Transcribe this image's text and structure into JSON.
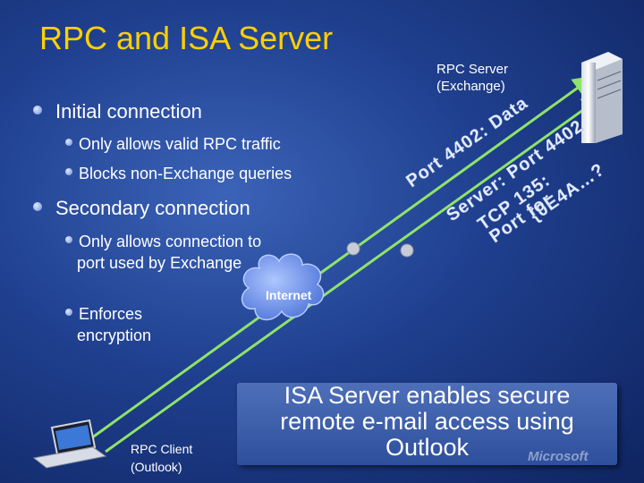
{
  "slide": {
    "title": "RPC and ISA Server",
    "sections": [
      {
        "heading": "Initial connection",
        "items": [
          "Only allows valid RPC traffic",
          "Blocks non-Exchange queries"
        ]
      },
      {
        "heading": "Secondary connection",
        "items": [
          "Only allows connection to port used by Exchange",
          "Enforces encryption"
        ]
      }
    ]
  },
  "diagram": {
    "server_label": [
      "RPC Server",
      "(Exchange)"
    ],
    "client_label": [
      "RPC Client",
      "(Outlook)"
    ],
    "cloud_label": "Internet",
    "arrow_texts": {
      "initial": "Port 4402: Data",
      "secondary_1": "Server: Port 4402",
      "secondary_2": "TCP 135:",
      "secondary_3": "{0E4A…?",
      "secondary_4": "Port for"
    },
    "server_icon": "server-tower-icon",
    "client_icon": "laptop-icon",
    "cloud_icon": "cloud-icon"
  },
  "banner": {
    "lines": [
      "ISA Server enables secure",
      "remote e-mail access using",
      "Outlook"
    ]
  },
  "brand": "Microsoft"
}
